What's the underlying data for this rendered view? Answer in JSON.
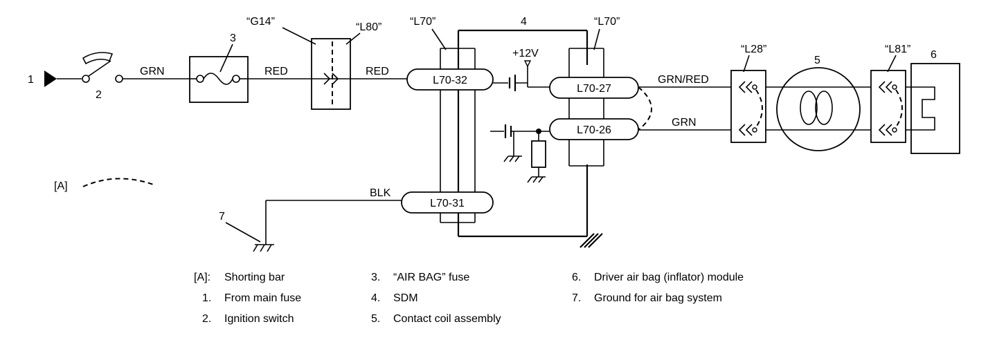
{
  "diagram": {
    "nodes": {
      "n1": "1",
      "n2": "2",
      "n3": "3",
      "n4": "4",
      "n5": "5",
      "n6": "6",
      "n7": "7"
    },
    "connectors": {
      "g14": "“G14”",
      "l80": "“L80”",
      "l70_left": "“L70”",
      "l70_right": "“L70”",
      "l28": "“L28”",
      "l81": "“L81”"
    },
    "terminals": {
      "t32": "L70-32",
      "t27": "L70-27",
      "t26": "L70-26",
      "t31": "L70-31"
    },
    "wires": {
      "grn_left": "GRN",
      "red_left": "RED",
      "red_right": "RED",
      "blk": "BLK",
      "grn_red": "GRN/RED",
      "grn_right": "GRN"
    },
    "supply": "+12V",
    "shorting_bar_key": "[A]"
  },
  "legend": {
    "col1": [
      {
        "key": "[A]:",
        "text": "Shorting bar"
      },
      {
        "key": "1.",
        "text": "From main fuse"
      },
      {
        "key": "2.",
        "text": "Ignition switch"
      }
    ],
    "col2": [
      {
        "key": "3.",
        "text": "“AIR BAG” fuse"
      },
      {
        "key": "4.",
        "text": "SDM"
      },
      {
        "key": "5.",
        "text": "Contact coil assembly"
      }
    ],
    "col3": [
      {
        "key": "6.",
        "text": "Driver air bag (inflator) module"
      },
      {
        "key": "7.",
        "text": "Ground for air bag system"
      }
    ]
  }
}
